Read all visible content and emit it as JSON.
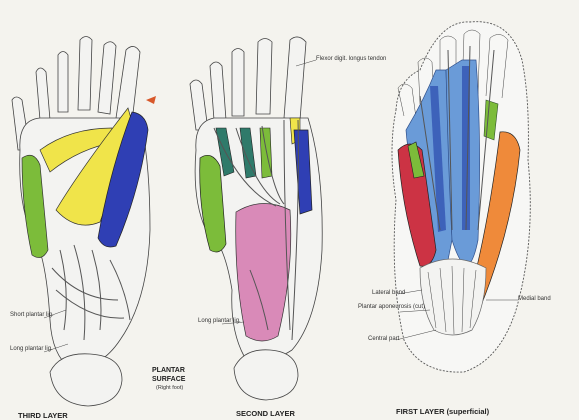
{
  "title": {
    "line1": "PLANTAR",
    "line2": "SURFACE",
    "line3": "(Right foot)"
  },
  "panels": [
    {
      "caption": "THIRD LAYER",
      "labels": [
        "Short plantar lig.",
        "Long plantar lig."
      ]
    },
    {
      "caption": "SECOND LAYER",
      "labels": [
        "Flexor digit. longus tendon",
        "Long plantar lig."
      ]
    },
    {
      "caption": "FIRST LAYER (superficial)",
      "labels": [
        "Lateral band",
        "Plantar aponeurosis (cut)",
        "Central part",
        "Medial band"
      ]
    }
  ],
  "colors": {
    "green": "#7cbc3a",
    "yellow": "#f0e44a",
    "blue": "#2f3fb4",
    "lightblue": "#6a9bd8",
    "pink": "#d98ab8",
    "red": "#cc3344",
    "orange": "#ef8a3a",
    "teal": "#2f7a6a"
  }
}
